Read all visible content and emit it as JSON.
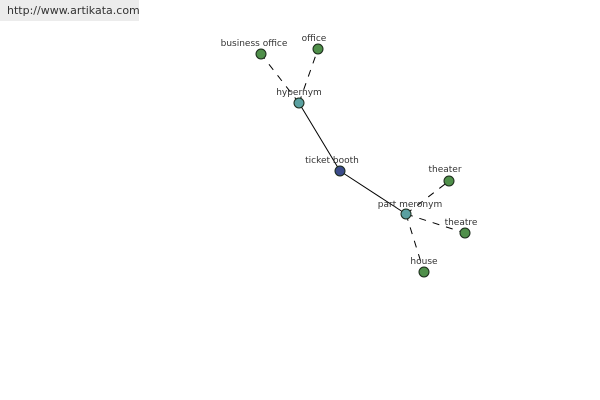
{
  "banner": {
    "url_text": "http://www.artikata.com"
  },
  "colors": {
    "center_node": "#3b4b8a",
    "relation_node": "#5aa0a0",
    "word_node": "#4f8f4a",
    "edge": "#000000"
  },
  "graph": {
    "center": {
      "label": "ticket booth",
      "kind": "center"
    },
    "relations": [
      {
        "id": "hypernym",
        "label": "hypernym",
        "kind": "relation",
        "words": [
          {
            "id": "business-office",
            "label": "business office",
            "kind": "word"
          },
          {
            "id": "office",
            "label": "office",
            "kind": "word"
          }
        ]
      },
      {
        "id": "part-meronym",
        "label": "part meronym",
        "kind": "relation",
        "words": [
          {
            "id": "theater",
            "label": "theater",
            "kind": "word"
          },
          {
            "id": "theatre",
            "label": "theatre",
            "kind": "word"
          },
          {
            "id": "house",
            "label": "house",
            "kind": "word"
          }
        ]
      }
    ]
  }
}
